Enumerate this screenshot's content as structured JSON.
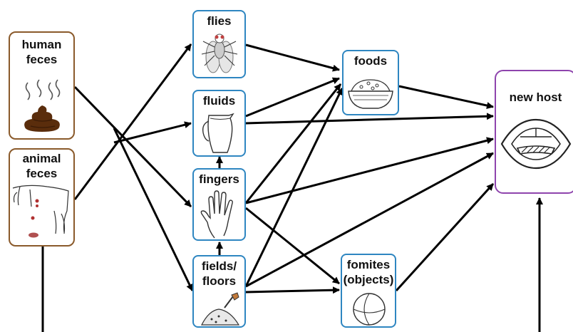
{
  "nodes": {
    "human_feces": "human\nfeces",
    "animal_feces": "animal\nfeces",
    "flies": "flies",
    "fluids": "fluids",
    "fingers": "fingers",
    "fields_floors": "fields/\nfloors",
    "foods": "foods",
    "fomites": "fomites\n(objects)",
    "new_host": "new host"
  },
  "colors": {
    "feces_border": "#8a5a2b",
    "f_border": "#2e86c1",
    "host_border": "#8e44ad",
    "feces_fill": "#5a2d0c",
    "arrow": "#000000"
  },
  "edges": [
    [
      "human_feces",
      "fingers"
    ],
    [
      "human_feces",
      "fields_floors"
    ],
    [
      "animal_feces",
      "flies"
    ],
    [
      "animal_feces",
      "fluids"
    ],
    [
      "flies",
      "foods"
    ],
    [
      "fluids",
      "foods"
    ],
    [
      "fluids",
      "new_host"
    ],
    [
      "fingers",
      "fluids"
    ],
    [
      "fingers",
      "foods"
    ],
    [
      "fingers",
      "new_host"
    ],
    [
      "fingers",
      "fomites"
    ],
    [
      "fields_floors",
      "fingers"
    ],
    [
      "fields_floors",
      "foods"
    ],
    [
      "fields_floors",
      "new_host"
    ],
    [
      "fields_floors",
      "fomites"
    ],
    [
      "foods",
      "new_host"
    ],
    [
      "fomites",
      "new_host"
    ]
  ]
}
